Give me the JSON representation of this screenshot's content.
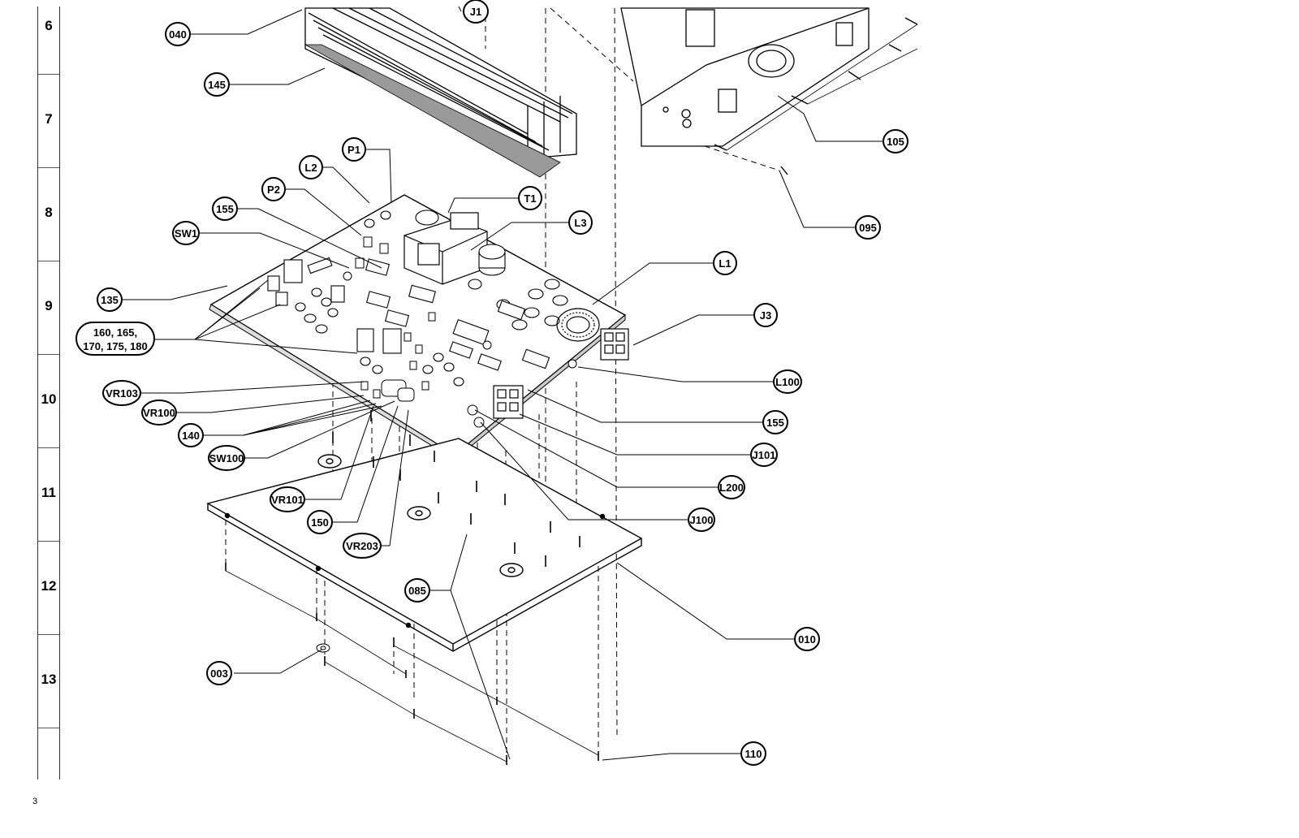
{
  "ruler": [
    "6",
    "7",
    "8",
    "9",
    "10",
    "11",
    "12",
    "13"
  ],
  "page_number": "3",
  "callouts": {
    "c040": "040",
    "c145": "145",
    "cJ1": "J1",
    "cP1": "P1",
    "cL2": "L2",
    "cP2": "P2",
    "c155a": "155",
    "cSW1": "SW1",
    "cT1": "T1",
    "cL3": "L3",
    "cL1": "L1",
    "c135": "135",
    "cJ3": "J3",
    "cVR103": "VR103",
    "cVR100": "VR100",
    "c140": "140",
    "cSW100": "SW100",
    "cL100": "L100",
    "c155b": "155",
    "cJ101": "J101",
    "cL200": "L200",
    "cJ100": "J100",
    "cVR101": "VR101",
    "c150": "150",
    "cVR203": "VR203",
    "c085": "085",
    "c010": "010",
    "c003": "003",
    "c110": "110",
    "c105": "105",
    "c095": "095"
  },
  "multi_callout": [
    "160, 165,",
    "170, 175, 180"
  ]
}
